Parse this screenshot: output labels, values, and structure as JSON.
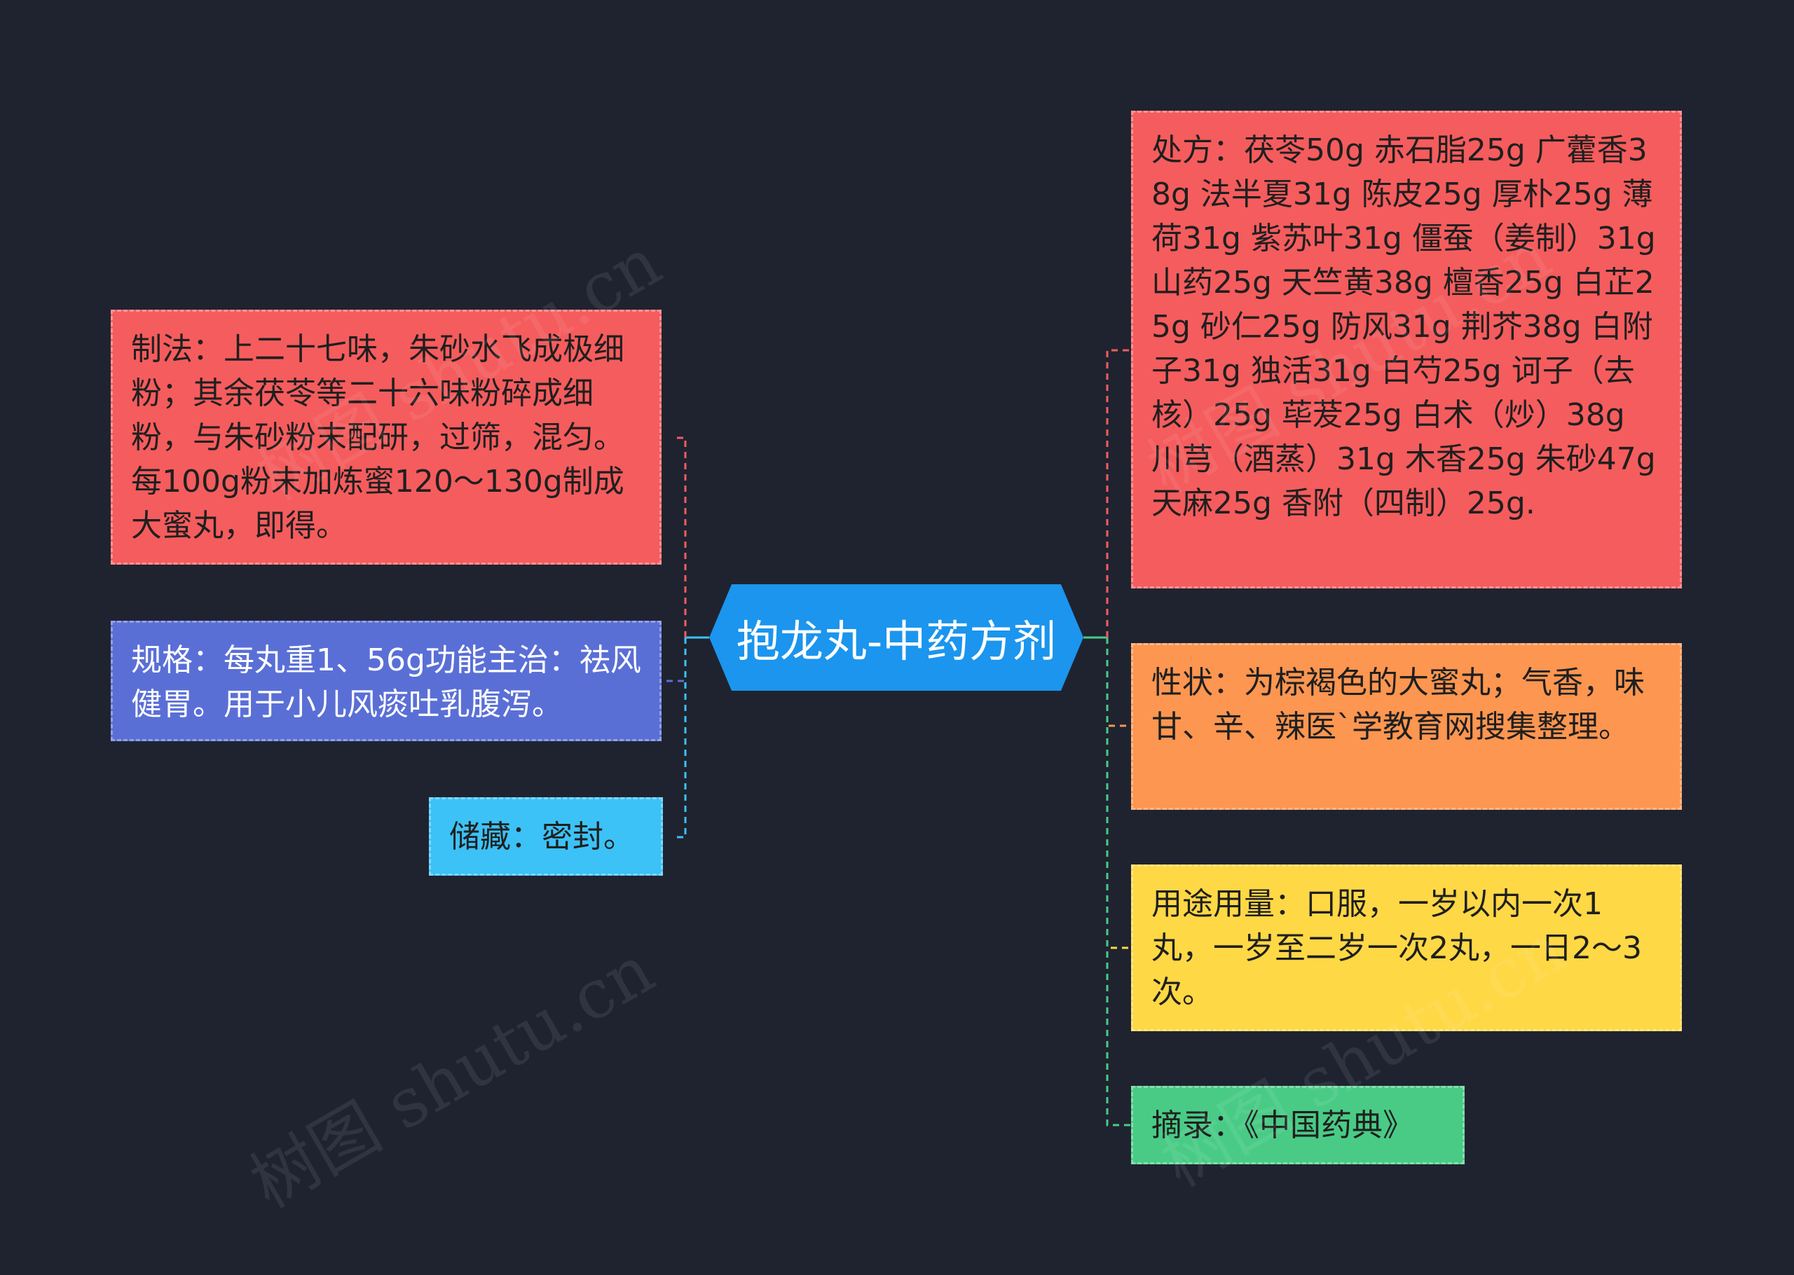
{
  "central": {
    "label": "抱龙丸-中药方剂"
  },
  "branches": {
    "zhifa": "制法：上二十七味，朱砂水飞成极细粉；其余茯苓等二十六味粉碎成细粉，与朱砂粉末配研，过筛，混匀。每100g粉末加炼蜜120～130g制成大蜜丸，即得。",
    "guige": "规格：每丸重1、56g功能主治：祛风健胃。用于小儿风痰吐乳腹泻。",
    "chucang": "储藏：密封。",
    "chufang": "处方：茯苓50g 赤石脂25g 广藿香38g 法半夏31g 陈皮25g 厚朴25g 薄荷31g 紫苏叶31g 僵蚕（姜制）31g 山药25g 天竺黄38g 檀香25g 白芷25g 砂仁25g 防风31g 荆芥38g 白附子31g 独活31g 白芍25g 诃子（去核）25g 荜茇25g 白术（炒）38g 川芎（酒蒸）31g 木香25g 朱砂47g 天麻25g 香附（四制）25g.",
    "xingzhuang": "性状：为棕褐色的大蜜丸；气香，味甘、辛、辣医`学教育网搜集整理。",
    "yongtu": "用途用量：口服，一岁以内一次1丸，一岁至二岁一次2丸，一日2～3次。",
    "zhailu": "摘录：《中国药典》"
  },
  "colors": {
    "background": "#1f2330",
    "central": "#1b95ee",
    "red": "#f55c5d",
    "blue": "#5a6fd6",
    "cyan": "#3cc2f6",
    "orange": "#fc9650",
    "yellow": "#ffd846",
    "green": "#49cb86"
  },
  "watermark": {
    "text": "树图 shutu.cn"
  }
}
